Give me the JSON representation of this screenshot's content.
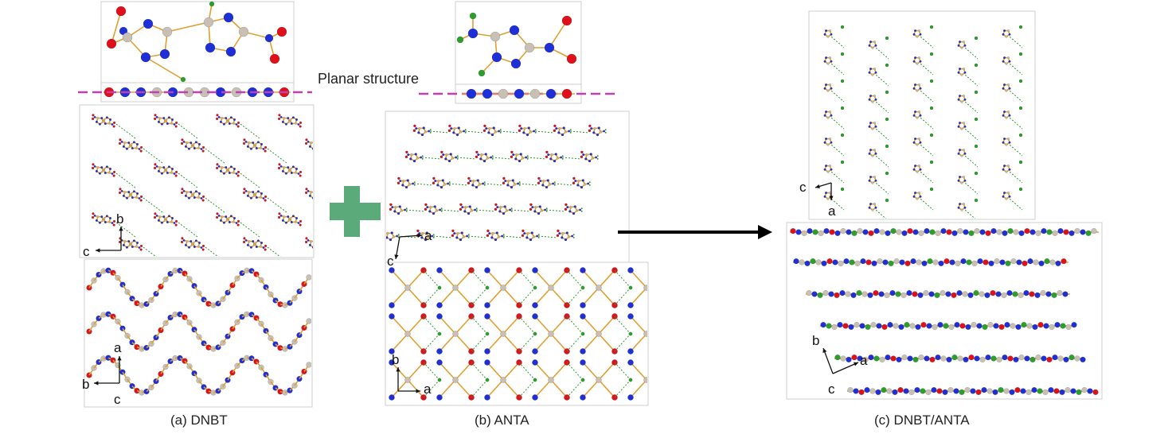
{
  "annotation": {
    "planar_label": "Planar structure"
  },
  "panels": [
    {
      "id": "a",
      "caption": "(a) DNBT",
      "axes_top": [
        "b",
        "c"
      ],
      "axes_bottom": [
        "a",
        "b",
        "c"
      ]
    },
    {
      "id": "b",
      "caption": "(b) ANTA",
      "axes_top": [
        "a",
        "c"
      ],
      "axes_bottom": [
        "b",
        "a"
      ]
    },
    {
      "id": "c",
      "caption": "(c) DNBT/ANTA",
      "axes_top": [
        "c",
        "a"
      ],
      "axes_bottom": [
        "b",
        "a",
        "c"
      ]
    }
  ],
  "colors": {
    "nitrogen": "#1f2fd8",
    "oxygen": "#e0101a",
    "carbon": "#c8c0b4",
    "hydrogen": "#2aa02a",
    "bond": "#e0a030",
    "hbond": "#2a9a2a",
    "plus": "#5aaa7a",
    "planar_line": "#c040b0"
  }
}
